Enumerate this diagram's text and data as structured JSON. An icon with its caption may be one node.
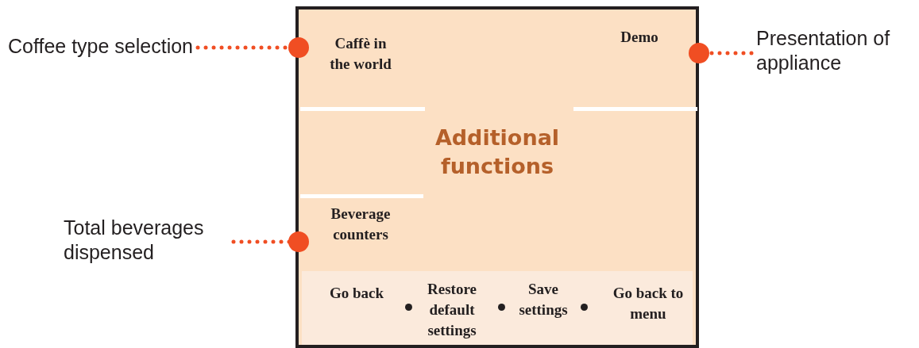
{
  "diagram": {
    "nodes": [
      {
        "text": [
          "Additional functions"
        ]
      },
      {
        "text": [
          "Caffè in the world"
        ],
        "in": 0
      },
      {
        "text": [
          "Demo"
        ],
        "in": 0
      },
      {
        "text": [
          "Beverage counters"
        ],
        "in": 0
      },
      {
        "text": [
          "Go back"
        ],
        "in": 0
      },
      {
        "text": [
          "Restore default settings"
        ],
        "in": 0
      },
      {
        "text": [
          "Save settings"
        ],
        "in": 0
      },
      {
        "text": [
          "Go back to menu"
        ],
        "in": 0
      },
      {
        "text": [
          "Coffee type selection"
        ]
      },
      {
        "text": [
          "Presentation of appliance"
        ]
      },
      {
        "text": [
          "Total beverages dispensed"
        ]
      }
    ],
    "edges": [
      {
        "from": 8,
        "to": 1,
        "arrow": "other",
        "style": "dashed"
      },
      {
        "from": 9,
        "to": 2,
        "arrow": "other",
        "style": "dashed"
      },
      {
        "from": 10,
        "to": 3,
        "arrow": "other",
        "style": "dashed"
      }
    ]
  }
}
